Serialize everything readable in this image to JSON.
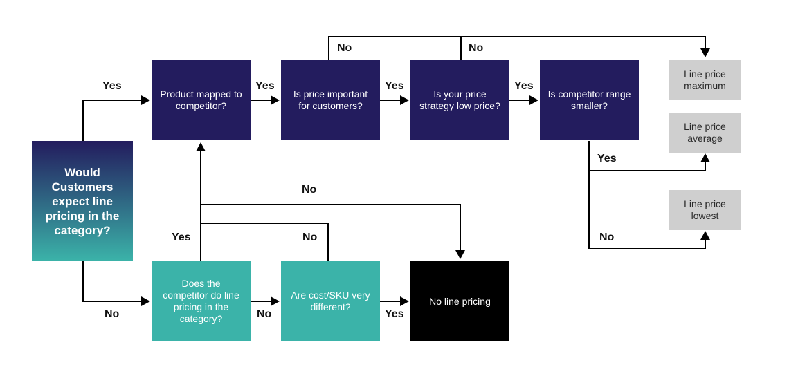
{
  "colors": {
    "navy": "#231c5e",
    "teal": "#3bb3a9",
    "black": "#000000",
    "grey": "#cfcfcf",
    "start_top": "#231c5e",
    "start_bottom": "#3bb3a9",
    "line": "#000000"
  },
  "nodes": {
    "start": "Would Customers expect line pricing in the category?",
    "product_mapped": "Product mapped to competitor?",
    "price_important": "Is price important for customers?",
    "price_strategy": "Is your price strategy low price?",
    "competitor_range": "Is competitor range smaller?",
    "competitor_line_pricing": "Does the competitor do line pricing in the category?",
    "cost_sku": "Are cost/SKU very different?",
    "no_line_pricing": "No line pricing",
    "line_max": "Line price maximum",
    "line_avg": "Line price average",
    "line_low": "Line price lowest"
  },
  "labels": {
    "start_yes": "Yes",
    "start_no": "No",
    "mapped_yes": "Yes",
    "important_yes": "Yes",
    "strategy_yes": "Yes",
    "important_no": "No",
    "strategy_no": "No",
    "range_yes": "Yes",
    "range_no": "No",
    "competitor_yes": "Yes",
    "competitor_no": "No",
    "cost_no": "No",
    "cost_yes": "Yes",
    "mapped_no": "No"
  }
}
